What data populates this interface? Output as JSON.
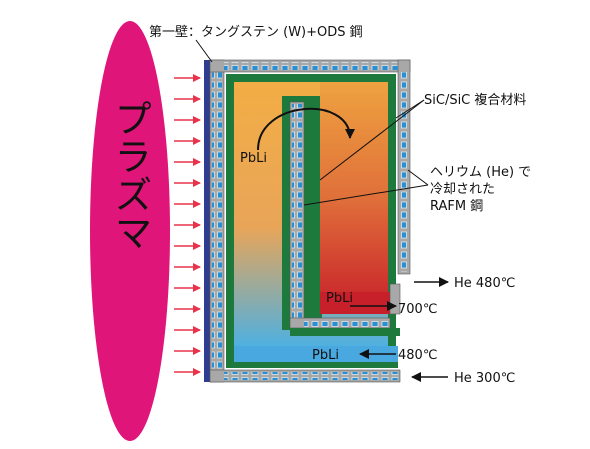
{
  "labels": {
    "first_wall": "第一壁：タングステン (W)+ODS 鋼",
    "sic_composite": "SiC/SiC 複合材料",
    "he_cooled_line1": "ヘリウム (He) で",
    "he_cooled_line2": "冷却された",
    "he_cooled_line3": "RAFM 鋼",
    "plasma": "プラズマ",
    "pbli_circulation": "PbLi",
    "pbli_outlet": "PbLi",
    "pbli_inlet": "PbLi",
    "he_outlet": "He 480℃",
    "pbli_outlet_temp": "700℃",
    "pbli_inlet_temp": "480℃",
    "he_inlet": "He 300℃"
  },
  "colors": {
    "plasma": "#e0157a",
    "arrow": "#e8344a",
    "wall_blue": "#2e3d8f",
    "steel_grey": "#a8a8a8",
    "green": "#1e7a3c",
    "dot_blue": "#2a8fd0",
    "pbli_hot": "#c8202a",
    "pbli_warm": "#f2a43c",
    "pbli_cool": "#4aa8e0"
  }
}
